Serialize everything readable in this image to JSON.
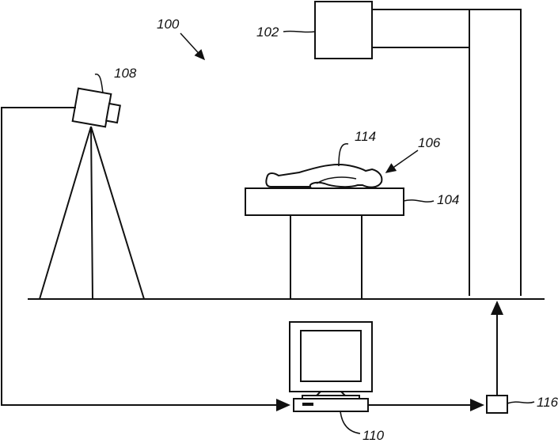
{
  "labels": {
    "system": "100",
    "source": "102",
    "table": "104",
    "patient": "106",
    "camera": "108",
    "computer": "110",
    "marker": "114",
    "controller": "116"
  },
  "colors": {
    "line": "#111111",
    "background": "#ffffff"
  }
}
